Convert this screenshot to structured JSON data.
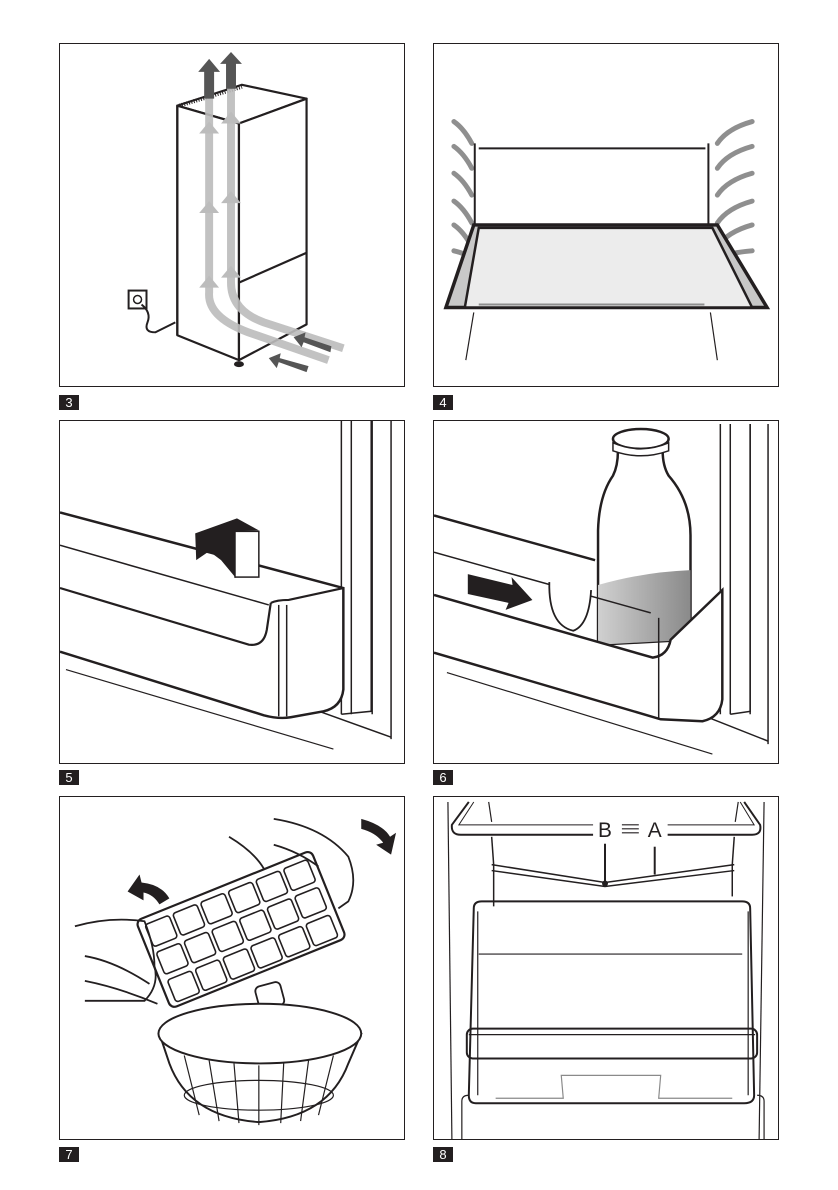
{
  "figures": [
    {
      "number": "3",
      "subject": "refrigerator-ventilation-airflow"
    },
    {
      "number": "4",
      "subject": "glass-shelf-on-rails"
    },
    {
      "number": "5",
      "subject": "door-shelf-removal"
    },
    {
      "number": "6",
      "subject": "bottle-holder-in-door-rack"
    },
    {
      "number": "7",
      "subject": "ice-cube-tray-emptying"
    },
    {
      "number": "8",
      "subject": "crisper-drawer-and-shelf"
    }
  ],
  "figure8_callouts": {
    "left": "B",
    "right": "A"
  },
  "colors": {
    "ink": "#231f20",
    "arrow_gray": "#555555",
    "air_light": "#bcbcbc",
    "glass": "#ececec",
    "label_bg": "#231f20",
    "label_text": "#ffffff"
  }
}
